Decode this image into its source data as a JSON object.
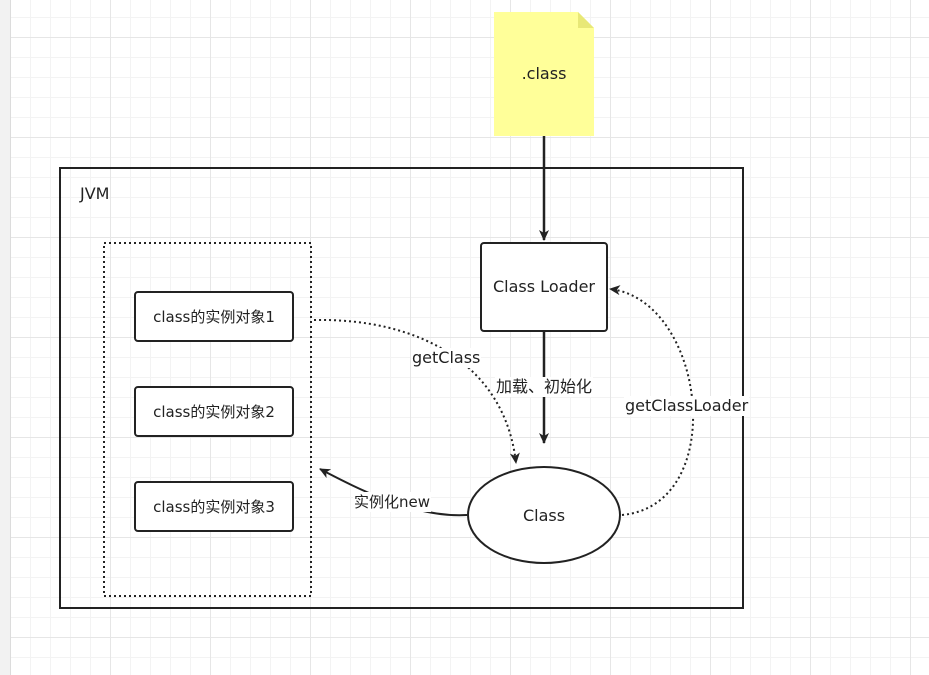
{
  "diagram": {
    "class_file": ".class",
    "jvm": "JVM",
    "class_loader": "Class Loader",
    "class": "Class",
    "instances": [
      "class的实例对象1",
      "class的实例对象2",
      "class的实例对象3"
    ],
    "edges": {
      "get_class": "getClass",
      "load_init": "加载、初始化",
      "get_class_loader": "getClassLoader",
      "new_instance": "实例化new"
    },
    "colors": {
      "note_fill": "#ffff99",
      "stroke": "#222222"
    }
  }
}
